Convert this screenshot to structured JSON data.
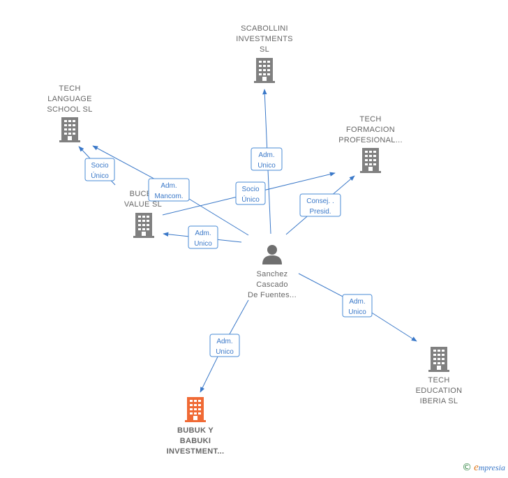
{
  "colors": {
    "edge": "#3a78c8",
    "node": "#808080",
    "highlight": "#f06a35",
    "person": "#6f6f6f"
  },
  "nodes": [
    {
      "id": "center",
      "icon": "person-icon",
      "lines": [
        "Sanchez",
        "Cascado",
        "De Fuentes..."
      ]
    },
    {
      "id": "scabollini",
      "icon": "building-icon",
      "lines": [
        "SCABOLLINI",
        "INVESTMENTS",
        "SL"
      ]
    },
    {
      "id": "tech_language",
      "icon": "building-icon",
      "lines": [
        "TECH",
        "LANGUAGE",
        "SCHOOL  SL"
      ]
    },
    {
      "id": "tech_formacion",
      "icon": "building-icon",
      "lines": [
        "TECH",
        "FORMACION",
        "PROFESIONAL..."
      ]
    },
    {
      "id": "bucef",
      "icon": "building-icon",
      "lines": [
        "BUCEF",
        "VALUE  SL"
      ]
    },
    {
      "id": "tech_education",
      "icon": "building-icon",
      "lines": [
        "TECH",
        "EDUCATION",
        "IBERIA  SL"
      ]
    },
    {
      "id": "bubuk",
      "icon": "building-icon",
      "highlight": true,
      "lines": [
        "BUBUK Y",
        "BABUKI",
        "INVESTMENT..."
      ]
    }
  ],
  "edges": [
    {
      "id": "e_scabollini",
      "to": "scabollini",
      "lines": [
        "Adm.",
        "Unico"
      ]
    },
    {
      "id": "e_tech_language_socio",
      "to": "tech_language",
      "lines": [
        "Socio",
        "Único"
      ]
    },
    {
      "id": "e_tech_language_adm",
      "to": "tech_language",
      "lines": [
        "Adm.",
        "Mancom."
      ]
    },
    {
      "id": "e_tech_formacion_socio",
      "to": "tech_formacion",
      "lines": [
        "Socio",
        "Único"
      ]
    },
    {
      "id": "e_tech_formacion_consej",
      "to": "tech_formacion",
      "lines": [
        "Consej. .",
        "Presid."
      ]
    },
    {
      "id": "e_bucef",
      "to": "bucef",
      "lines": [
        "Adm.",
        "Unico"
      ]
    },
    {
      "id": "e_tech_education",
      "to": "tech_education",
      "lines": [
        "Adm.",
        "Unico"
      ]
    },
    {
      "id": "e_bubuk",
      "to": "bubuk",
      "lines": [
        "Adm.",
        "Unico"
      ]
    }
  ],
  "footer": {
    "copyright": "©",
    "brand_first": "e",
    "brand_rest": "mpresia"
  }
}
